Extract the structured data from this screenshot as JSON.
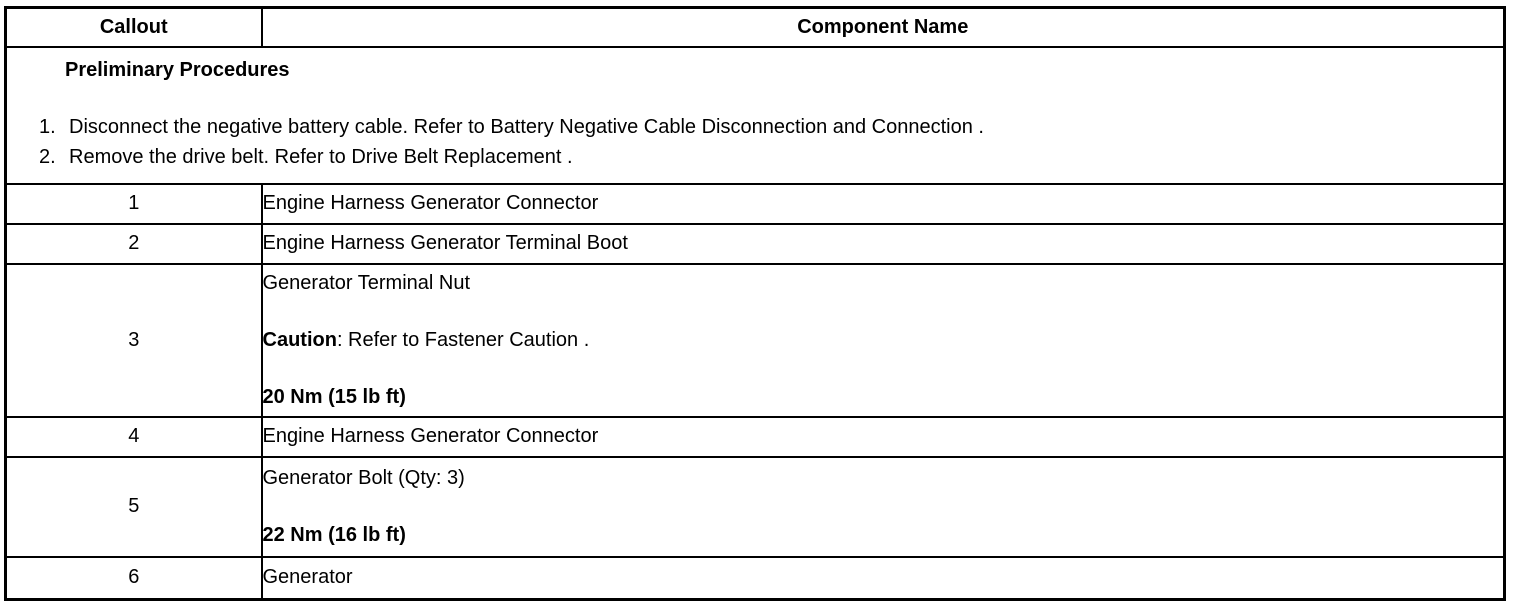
{
  "table": {
    "header": {
      "callout": "Callout",
      "component_name": "Component Name"
    },
    "preliminary": {
      "title": "Preliminary Procedures",
      "steps": [
        {
          "num": "1.",
          "text": "Disconnect the negative battery cable. Refer to Battery Negative Cable Disconnection and Connection ."
        },
        {
          "num": "2.",
          "text": "Remove the drive belt. Refer to Drive Belt Replacement ."
        }
      ]
    },
    "rows": [
      {
        "callout": "1",
        "component": "Engine Harness Generator Connector"
      },
      {
        "callout": "2",
        "component": "Engine Harness Generator Terminal Boot"
      },
      {
        "callout": "3",
        "component": "Generator Terminal Nut",
        "caution_label": "Caution",
        "caution_text": ": Refer to Fastener Caution .",
        "torque": "20 Nm (15 lb ft)"
      },
      {
        "callout": "4",
        "component": "Engine Harness Generator Connector"
      },
      {
        "callout": "5",
        "component": "Generator Bolt (Qty: 3)",
        "torque": "22 Nm (16 lb ft)"
      },
      {
        "callout": "6",
        "component": "Generator"
      }
    ],
    "colors": {
      "border": "#000000",
      "background": "#ffffff",
      "text": "#000000"
    }
  }
}
